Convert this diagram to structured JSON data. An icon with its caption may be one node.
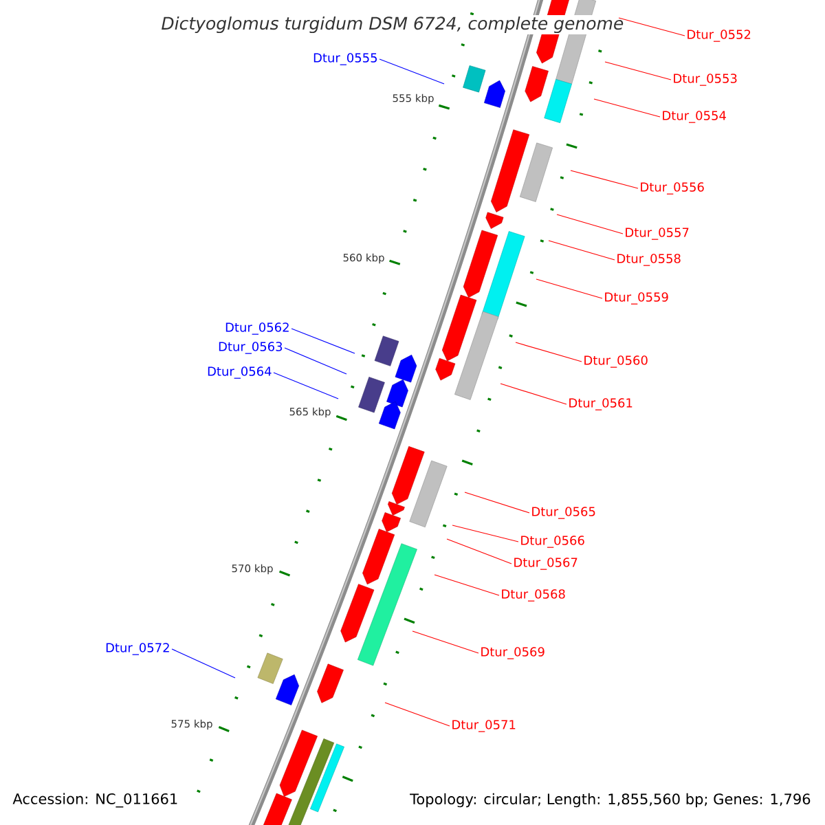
{
  "diagram": {
    "title": "Dictyoglomus turgidum DSM 6724, complete genome",
    "nodes": [
      {
        "text": [
          "Dtur_0552"
        ]
      },
      {
        "text": [
          "Dtur_0553"
        ]
      },
      {
        "text": [
          "Dtur_0554"
        ]
      },
      {
        "text": [
          "Dtur_0555"
        ]
      },
      {
        "text": [
          "Dtur_0556"
        ]
      },
      {
        "text": [
          "Dtur_0557"
        ]
      },
      {
        "text": [
          "Dtur_0558"
        ]
      },
      {
        "text": [
          "Dtur_0559"
        ]
      },
      {
        "text": [
          "Dtur_0562"
        ]
      },
      {
        "text": [
          "Dtur_0560"
        ]
      },
      {
        "text": [
          "Dtur_0563"
        ]
      },
      {
        "text": [
          "Dtur_0564"
        ]
      },
      {
        "text": [
          "Dtur_0561"
        ]
      },
      {
        "text": [
          "Dtur_0565"
        ]
      },
      {
        "text": [
          "Dtur_0566"
        ]
      },
      {
        "text": [
          "Dtur_0567"
        ]
      },
      {
        "text": [
          "Dtur_0568"
        ]
      },
      {
        "text": [
          "Dtur_0572"
        ]
      },
      {
        "text": [
          "Dtur_0569"
        ]
      },
      {
        "text": [
          "Dtur_0571"
        ]
      }
    ],
    "edges": [
      {
        "from": 0,
        "to": null,
        "arrow": "none"
      },
      {
        "from": 1,
        "to": null,
        "arrow": "none"
      },
      {
        "from": 2,
        "to": null,
        "arrow": "none"
      },
      {
        "from": 3,
        "to": null,
        "arrow": "none",
        "color": "#0000ff"
      },
      {
        "from": 4,
        "to": null,
        "arrow": "none"
      },
      {
        "from": 5,
        "to": null,
        "arrow": "none"
      },
      {
        "from": 6,
        "to": null,
        "arrow": "none"
      },
      {
        "from": 7,
        "to": null,
        "arrow": "none"
      },
      {
        "from": 8,
        "to": null,
        "arrow": "none",
        "color": "#0000ff"
      },
      {
        "from": 9,
        "to": null,
        "arrow": "none"
      },
      {
        "from": 10,
        "to": null,
        "arrow": "none",
        "color": "#0000ff"
      },
      {
        "from": 11,
        "to": null,
        "arrow": "none",
        "color": "#0000ff"
      },
      {
        "from": 12,
        "to": null,
        "arrow": "none"
      },
      {
        "from": 13,
        "to": null,
        "arrow": "none"
      },
      {
        "from": 14,
        "to": null,
        "arrow": "none"
      },
      {
        "from": 15,
        "to": null,
        "arrow": "none"
      },
      {
        "from": 16,
        "to": null,
        "arrow": "none"
      },
      {
        "from": 17,
        "to": null,
        "arrow": "none",
        "color": "#0000ff"
      },
      {
        "from": 18,
        "to": null,
        "arrow": "none"
      },
      {
        "from": 19,
        "to": null,
        "arrow": "none"
      }
    ],
    "labels": [
      "555 kbp",
      "560 kbp",
      "565 kbp",
      "570 kbp",
      "575 kbp",
      "Accession: NC_011661",
      "Topology: circular; Length: 1,855,560 bp; Genes: 1,796"
    ]
  }
}
